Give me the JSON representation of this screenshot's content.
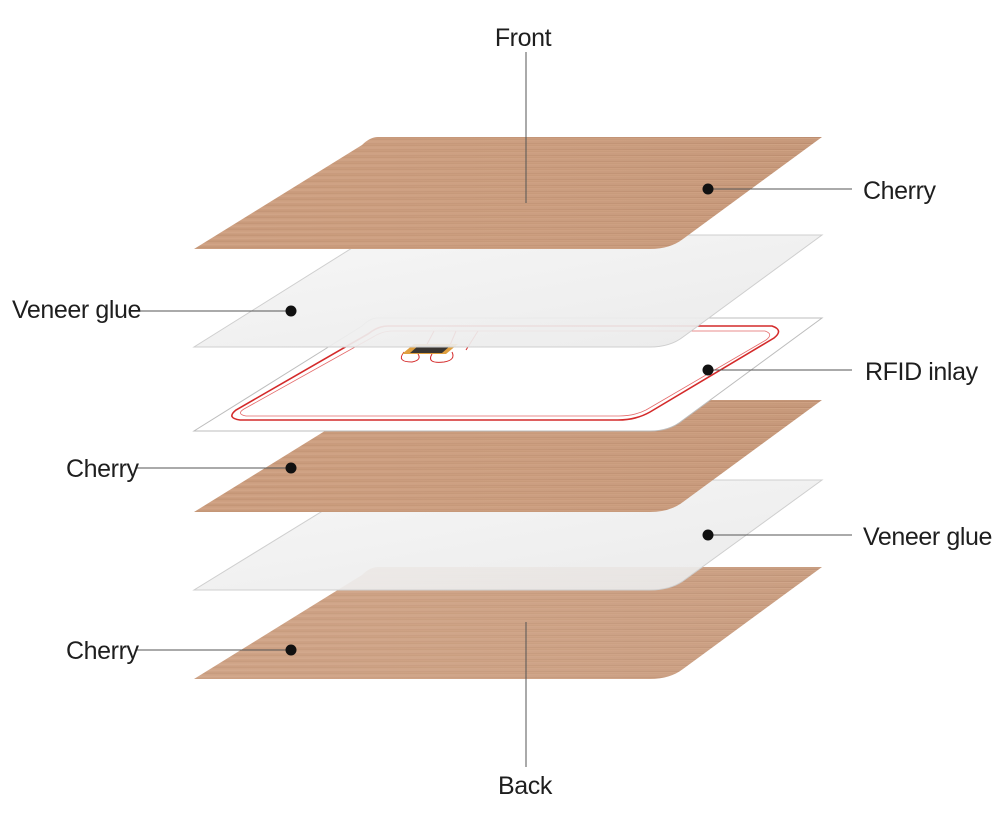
{
  "labels": {
    "front": "Front",
    "back": "Back",
    "layer_1": "Cherry",
    "layer_2": "Veneer glue",
    "layer_3": "RFID inlay",
    "layer_4": "Cherry",
    "layer_5": "Veneer glue",
    "layer_6": "Cherry"
  },
  "colors": {
    "wood_light": "#c99c7c",
    "wood_dark": "#b8876a",
    "glue": "#f1f1f1",
    "glue_edge": "#d6d6d6",
    "antenna": "#d42a2a",
    "chip": "#3a3632",
    "text": "#1e1e1e"
  }
}
